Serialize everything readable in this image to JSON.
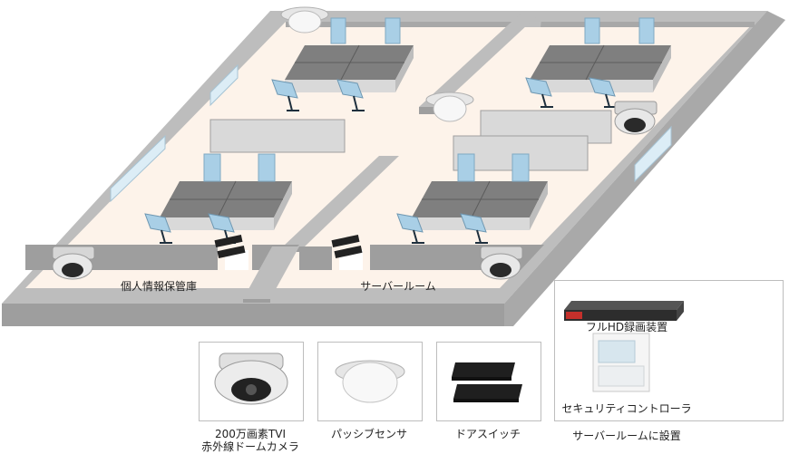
{
  "rooms": {
    "personal_info_room": "個人情報保管庫",
    "server_room": "サーバールーム"
  },
  "devices": {
    "dome_camera_line1": "200万画素TVI",
    "dome_camera_line2": "赤外線ドームカメラ",
    "passive_sensor": "パッシブセンサ",
    "door_switch": "ドアスイッチ",
    "hd_recorder": "フルHD録画装置",
    "security_controller": "セキュリティコントローラ",
    "server_room_install": "サーバールームに設置"
  },
  "colors": {
    "floor": "#fdf3ea",
    "wall_top": "#bdbdbd",
    "wall_side": "#9e9e9e",
    "desk_top": "#7f7f7f",
    "desk_side": "#d9d9d9",
    "chair": "#a9cfe6",
    "window": "#dcedf6",
    "card_border": "#bdbdbd"
  }
}
